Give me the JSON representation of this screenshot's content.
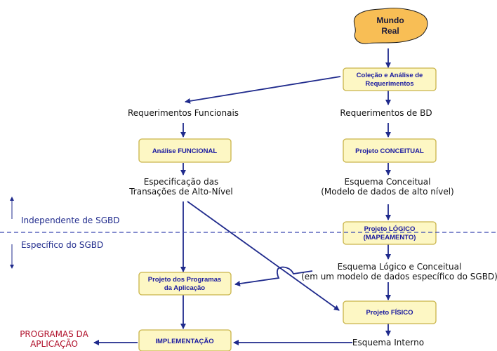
{
  "colors": {
    "arrow": "#1f2a8c",
    "box_fill": "#fdf7c4",
    "box_stroke": "#c9b44a",
    "cloud_fill": "#f8be55",
    "output_text": "#b0102a",
    "divider": "#3a48b0"
  },
  "mundo_real": {
    "line1": "Mundo",
    "line2": "Real"
  },
  "boxes": {
    "coleta": {
      "line1": "Coleção e Análise de",
      "line2": "Requerimentos"
    },
    "analise_funcional": {
      "line1": "Análise FUNCIONAL"
    },
    "projeto_conceitual": {
      "line1": "Projeto CONCEITUAL"
    },
    "projeto_logico": {
      "line1": "Projeto LÓGICO",
      "line2": "(MAPEAMENTO)"
    },
    "projeto_programas": {
      "line1": "Projeto dos Programas",
      "line2": "da Aplicação"
    },
    "projeto_fisico": {
      "line1": "Projeto FÍSICO"
    },
    "implementacao": {
      "line1": "IMPLEMENTAÇÃO"
    }
  },
  "labels": {
    "req_funcionais": "Requerimentos Funcionais",
    "req_bd": "Requerimentos de BD",
    "especificacao_1": "Especificação das",
    "especificacao_2": "Transações de Alto-Nível",
    "esquema_conceitual_1": "Esquema Conceitual",
    "esquema_conceitual_2": "(Modelo de dados de alto nível)",
    "esquema_logico_1": "Esquema Lógico e Conceitual",
    "esquema_logico_2": "(em um modelo de dados específico do SGBD)",
    "esquema_interno": "Esquema Interno"
  },
  "side_labels": {
    "independente": "Independente de SGBD",
    "especifico": "Específico do SGBD"
  },
  "output": {
    "line1": "PROGRAMAS DA",
    "line2": "APLICAÇÃO"
  }
}
